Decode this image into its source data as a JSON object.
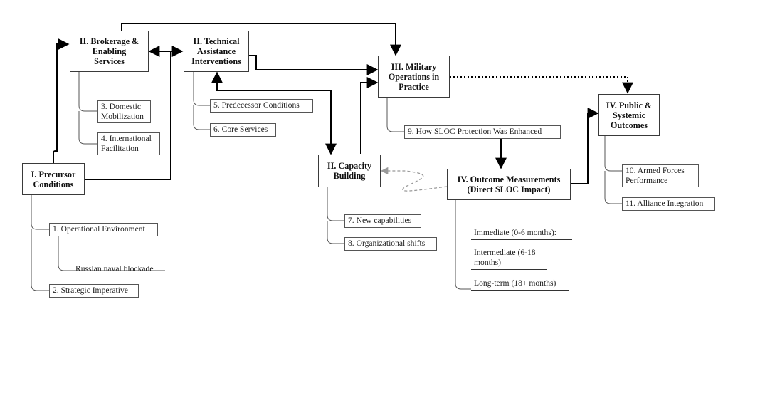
{
  "nodes": {
    "precursor": "I. Precursor\nConditions",
    "brokerage": "II. Brokerage &\nEnabling\nServices",
    "technical": "II. Technical\nAssistance\nInterventions",
    "military": "III. Military\nOperations in\nPractice",
    "capacity": "II. Capacity\nBuilding",
    "outcome_measurements": "IV. Outcome Measurements\n(Direct SLOC Impact)",
    "public_systemic": "IV. Public &\nSystemic\nOutcomes"
  },
  "leaves": {
    "operational_environment": "1. Operational Environment",
    "russian_naval_blockade": "Russian naval blockade",
    "strategic_imperative": "2. Strategic Imperative",
    "domestic_mobilization": "3. Domestic\nMobilization",
    "international_facilitation": "4. International\nFacilitation",
    "predecessor_conditions": "5. Predecessor Conditions",
    "core_services": "6. Core Services",
    "new_capabilities": "7. New capabilities",
    "organizational_shifts": "8. Organizational shifts",
    "sloc_protection": "9. How SLOC Protection Was Enhanced",
    "armed_forces_performance": "10.  Armed Forces\nPerformance",
    "alliance_integration": "11. Alliance Integration",
    "immediate": "Immediate (0-6 months):",
    "intermediate": "Intermediate (6-18\nmonths)",
    "long_term": "Long-term (18+ months)"
  },
  "colors": {
    "box_border": "#3a3a3a",
    "connector": "#555555",
    "arrow": "#000000",
    "feedback": "#999999",
    "text": "#111111"
  }
}
